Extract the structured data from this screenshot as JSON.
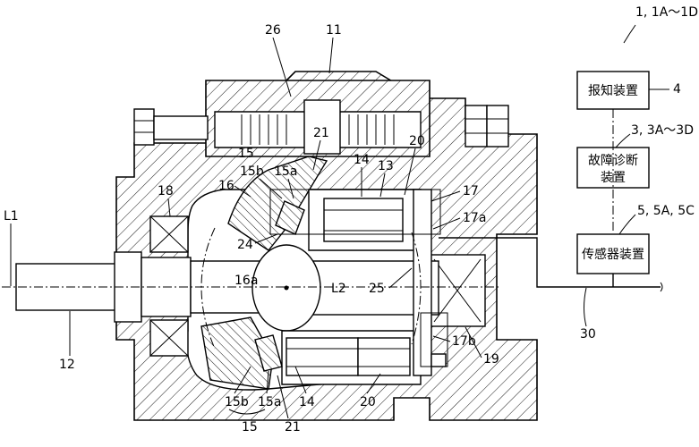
{
  "system_label": "1, 1A～1D",
  "boxes": {
    "notification": "报知装置",
    "diagnosis_line1": "故障诊断",
    "diagnosis_line2": "装置",
    "sensor": "传感器装置"
  },
  "box_labels": {
    "notification": "4",
    "diagnosis": "3, 3A～3D",
    "sensor": "5, 5A, 5C"
  },
  "labels": {
    "l26": "26",
    "l11": "11",
    "l21_top": "21",
    "l15_top": "15",
    "l15b_top": "15b",
    "l15a_top": "15a",
    "l14_top": "14",
    "l13": "13",
    "l20_top": "20",
    "l17": "17",
    "l17a": "17a",
    "l18": "18",
    "l16": "16",
    "l24": "24",
    "lL1": "L1",
    "l16a": "16a",
    "lL2": "L2",
    "l25": "25",
    "l12": "12",
    "l17b": "17b",
    "l19": "19",
    "l30": "30",
    "l15b_bot": "15b",
    "l15a_bot": "15a",
    "l14_bot": "14",
    "l20_bot": "20",
    "l15_bot": "15",
    "l21_bot": "21"
  }
}
